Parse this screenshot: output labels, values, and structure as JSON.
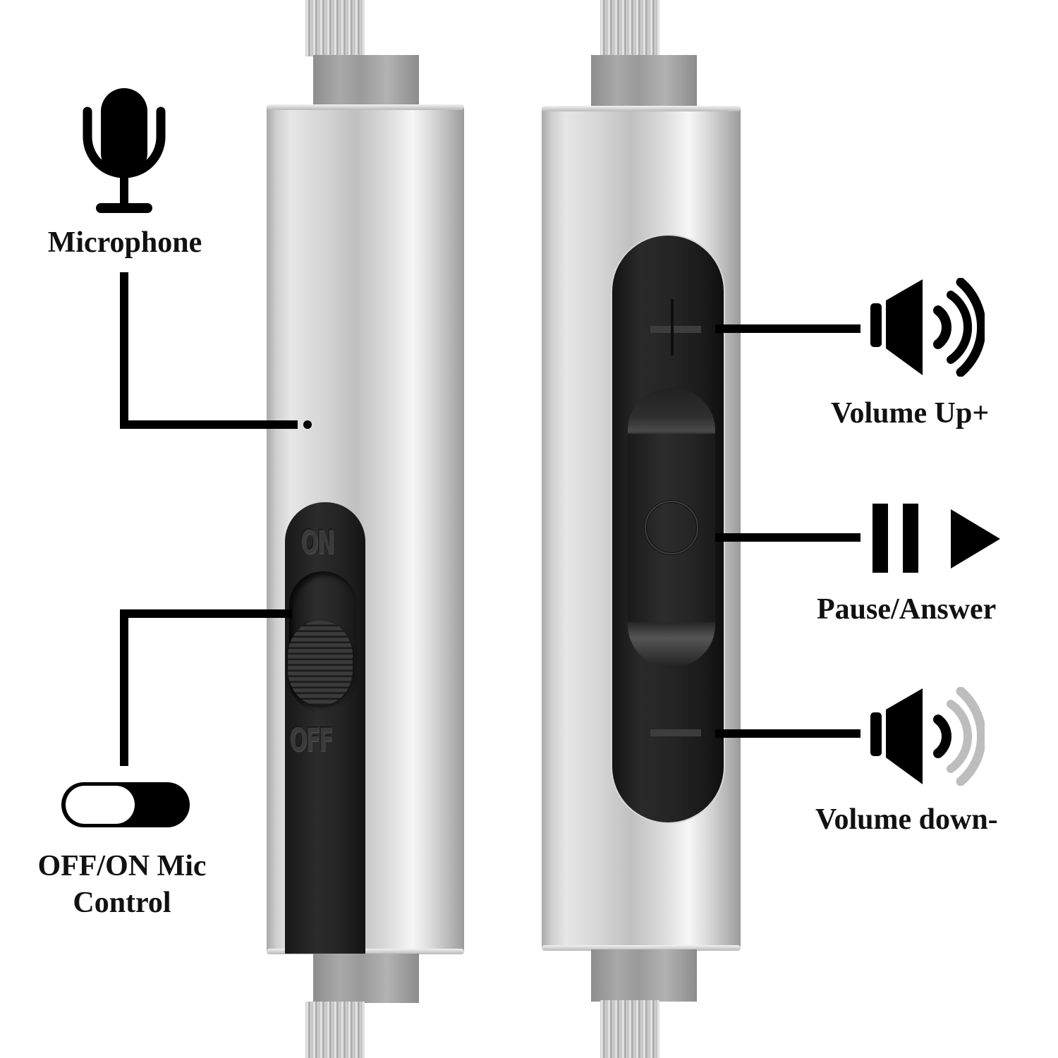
{
  "diagram": {
    "subject": "Earphone inline remote and microphone controls",
    "colors": {
      "background": "#ffffff",
      "callout_line": "#000000",
      "label_text": "#111111",
      "metal_body": "#d4d4d4",
      "button_body": "#242424",
      "volume_down_waves_faded": "#bdbdbd"
    },
    "left_unit": {
      "switch_labels": {
        "on": "ON",
        "off": "OFF"
      },
      "callouts": [
        {
          "id": "microphone",
          "icon": "microphone-icon",
          "label": "Microphone"
        },
        {
          "id": "mic-switch",
          "icon": "toggle-switch-icon",
          "label_line1": "OFF/ON Mic",
          "label_line2": "Control"
        }
      ]
    },
    "right_unit": {
      "button_glyphs": {
        "plus": "+",
        "minus": "−"
      },
      "callouts": [
        {
          "id": "volume-up",
          "icon": "speaker-loud-icon",
          "label": "Volume Up+"
        },
        {
          "id": "pause-answer",
          "icon": "pause-play-icon",
          "label": "Pause/Answer"
        },
        {
          "id": "volume-down",
          "icon": "speaker-quiet-icon",
          "label": "Volume down-"
        }
      ]
    }
  }
}
